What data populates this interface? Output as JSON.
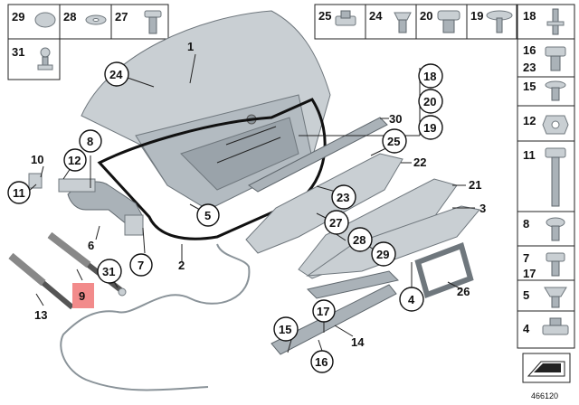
{
  "diagram_number": "466120",
  "highlight_color": "#f28b8b",
  "part_color": "#c9cfd3",
  "labels": {
    "l1": "1",
    "l2": "2",
    "l3": "3",
    "l4": "4",
    "l5": "5",
    "l6": "6",
    "l7": "7",
    "l8": "8",
    "l9": "9",
    "l10": "10",
    "l11": "11",
    "l12": "12",
    "l13": "13",
    "l14": "14",
    "l15": "15",
    "l16": "16",
    "l17": "17",
    "l18": "18",
    "l19": "19",
    "l20": "20",
    "l21": "21",
    "l22": "22",
    "l23": "23",
    "l24": "24",
    "l25": "25",
    "l26": "26",
    "l27": "27",
    "l28": "28",
    "l29": "29",
    "l30": "30",
    "l31": "31"
  }
}
